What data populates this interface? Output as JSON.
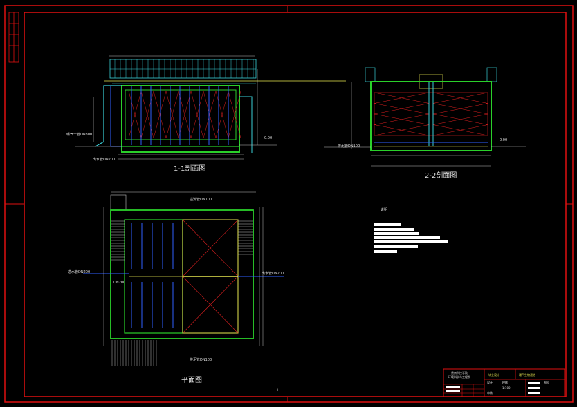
{
  "drawing": {
    "views": {
      "section_1": {
        "title": "1-1剖面图"
      },
      "section_2": {
        "title": "2-2剖面图"
      },
      "plan": {
        "title": "平面图"
      }
    },
    "notes": {
      "heading": "说明"
    },
    "labels": {
      "pipe_a": "曝气干管DN300",
      "pipe_b": "出水管DN200",
      "pipe_c": "进水管DN200",
      "pipe_d": "出水管DN200",
      "pipe_e": "排泥管DN100",
      "pipe_f": "溢流管DN100",
      "pipe_g": "DN200",
      "elev_a": "0.00",
      "elev_b": "0.00",
      "mark": "II"
    },
    "title_block": {
      "school": "贵州科技学院",
      "dept": "环境科学与工程系",
      "project": "毕业设计",
      "drawing_name": "曝气生物滤池",
      "scale": "1:100",
      "fields": [
        "设计",
        "校核",
        "审核",
        "图号"
      ]
    }
  }
}
